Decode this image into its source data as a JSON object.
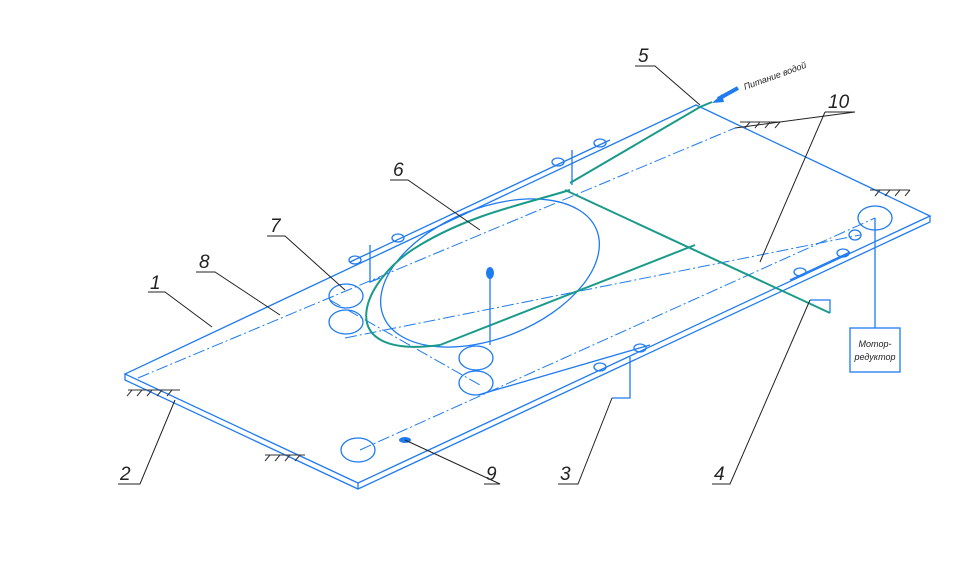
{
  "labels": {
    "l1": "1",
    "l2": "2",
    "l3": "3",
    "l4": "4",
    "l5": "5",
    "l6": "6",
    "l7": "7",
    "l8": "8",
    "l9": "9",
    "l10": "10"
  },
  "water_supply": "Питание водой",
  "motor_reducer": {
    "line1": "Мотор-",
    "line2": "редуктор"
  },
  "colors": {
    "structure": "#1e7bf0",
    "pipe": "#1a9a8a",
    "text": "#222222"
  }
}
